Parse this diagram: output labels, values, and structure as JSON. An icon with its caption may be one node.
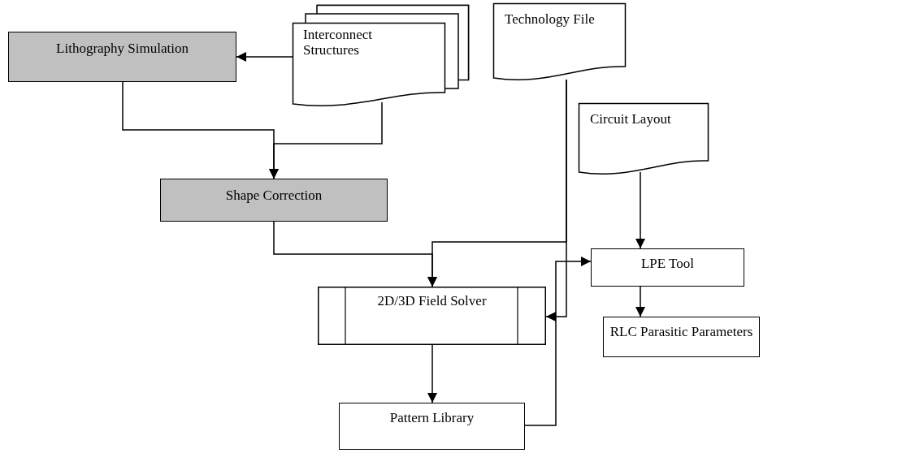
{
  "diagram": {
    "nodes": [
      {
        "text": [
          "Lithography Simulation"
        ]
      },
      {
        "text": [
          "Interconnect Structures"
        ]
      },
      {
        "text": [
          "Technology File"
        ]
      },
      {
        "text": [
          "Shape Correction"
        ]
      },
      {
        "text": [
          "2D/3D Field Solver"
        ]
      },
      {
        "text": [
          "Circuit Layout"
        ]
      },
      {
        "text": [
          "LPE Tool"
        ]
      },
      {
        "text": [
          "RLC Parasitic Parameters"
        ]
      },
      {
        "text": [
          "Pattern Library"
        ]
      }
    ],
    "edges": [
      {
        "from": 1,
        "to": 0,
        "arrow": "to"
      },
      {
        "from": 0,
        "to": 3,
        "arrow": "to"
      },
      {
        "from": 1,
        "to": 3,
        "arrow": "to"
      },
      {
        "from": 3,
        "to": 4,
        "arrow": "to"
      },
      {
        "from": 2,
        "to": 4,
        "arrow": "to"
      },
      {
        "from": 2,
        "to": 4,
        "arrow": "to"
      },
      {
        "from": 4,
        "to": 8,
        "arrow": "to"
      },
      {
        "from": 8,
        "to": 6,
        "arrow": "to"
      },
      {
        "from": 5,
        "to": 6,
        "arrow": "to"
      },
      {
        "from": 6,
        "to": 7,
        "arrow": "to"
      }
    ]
  }
}
